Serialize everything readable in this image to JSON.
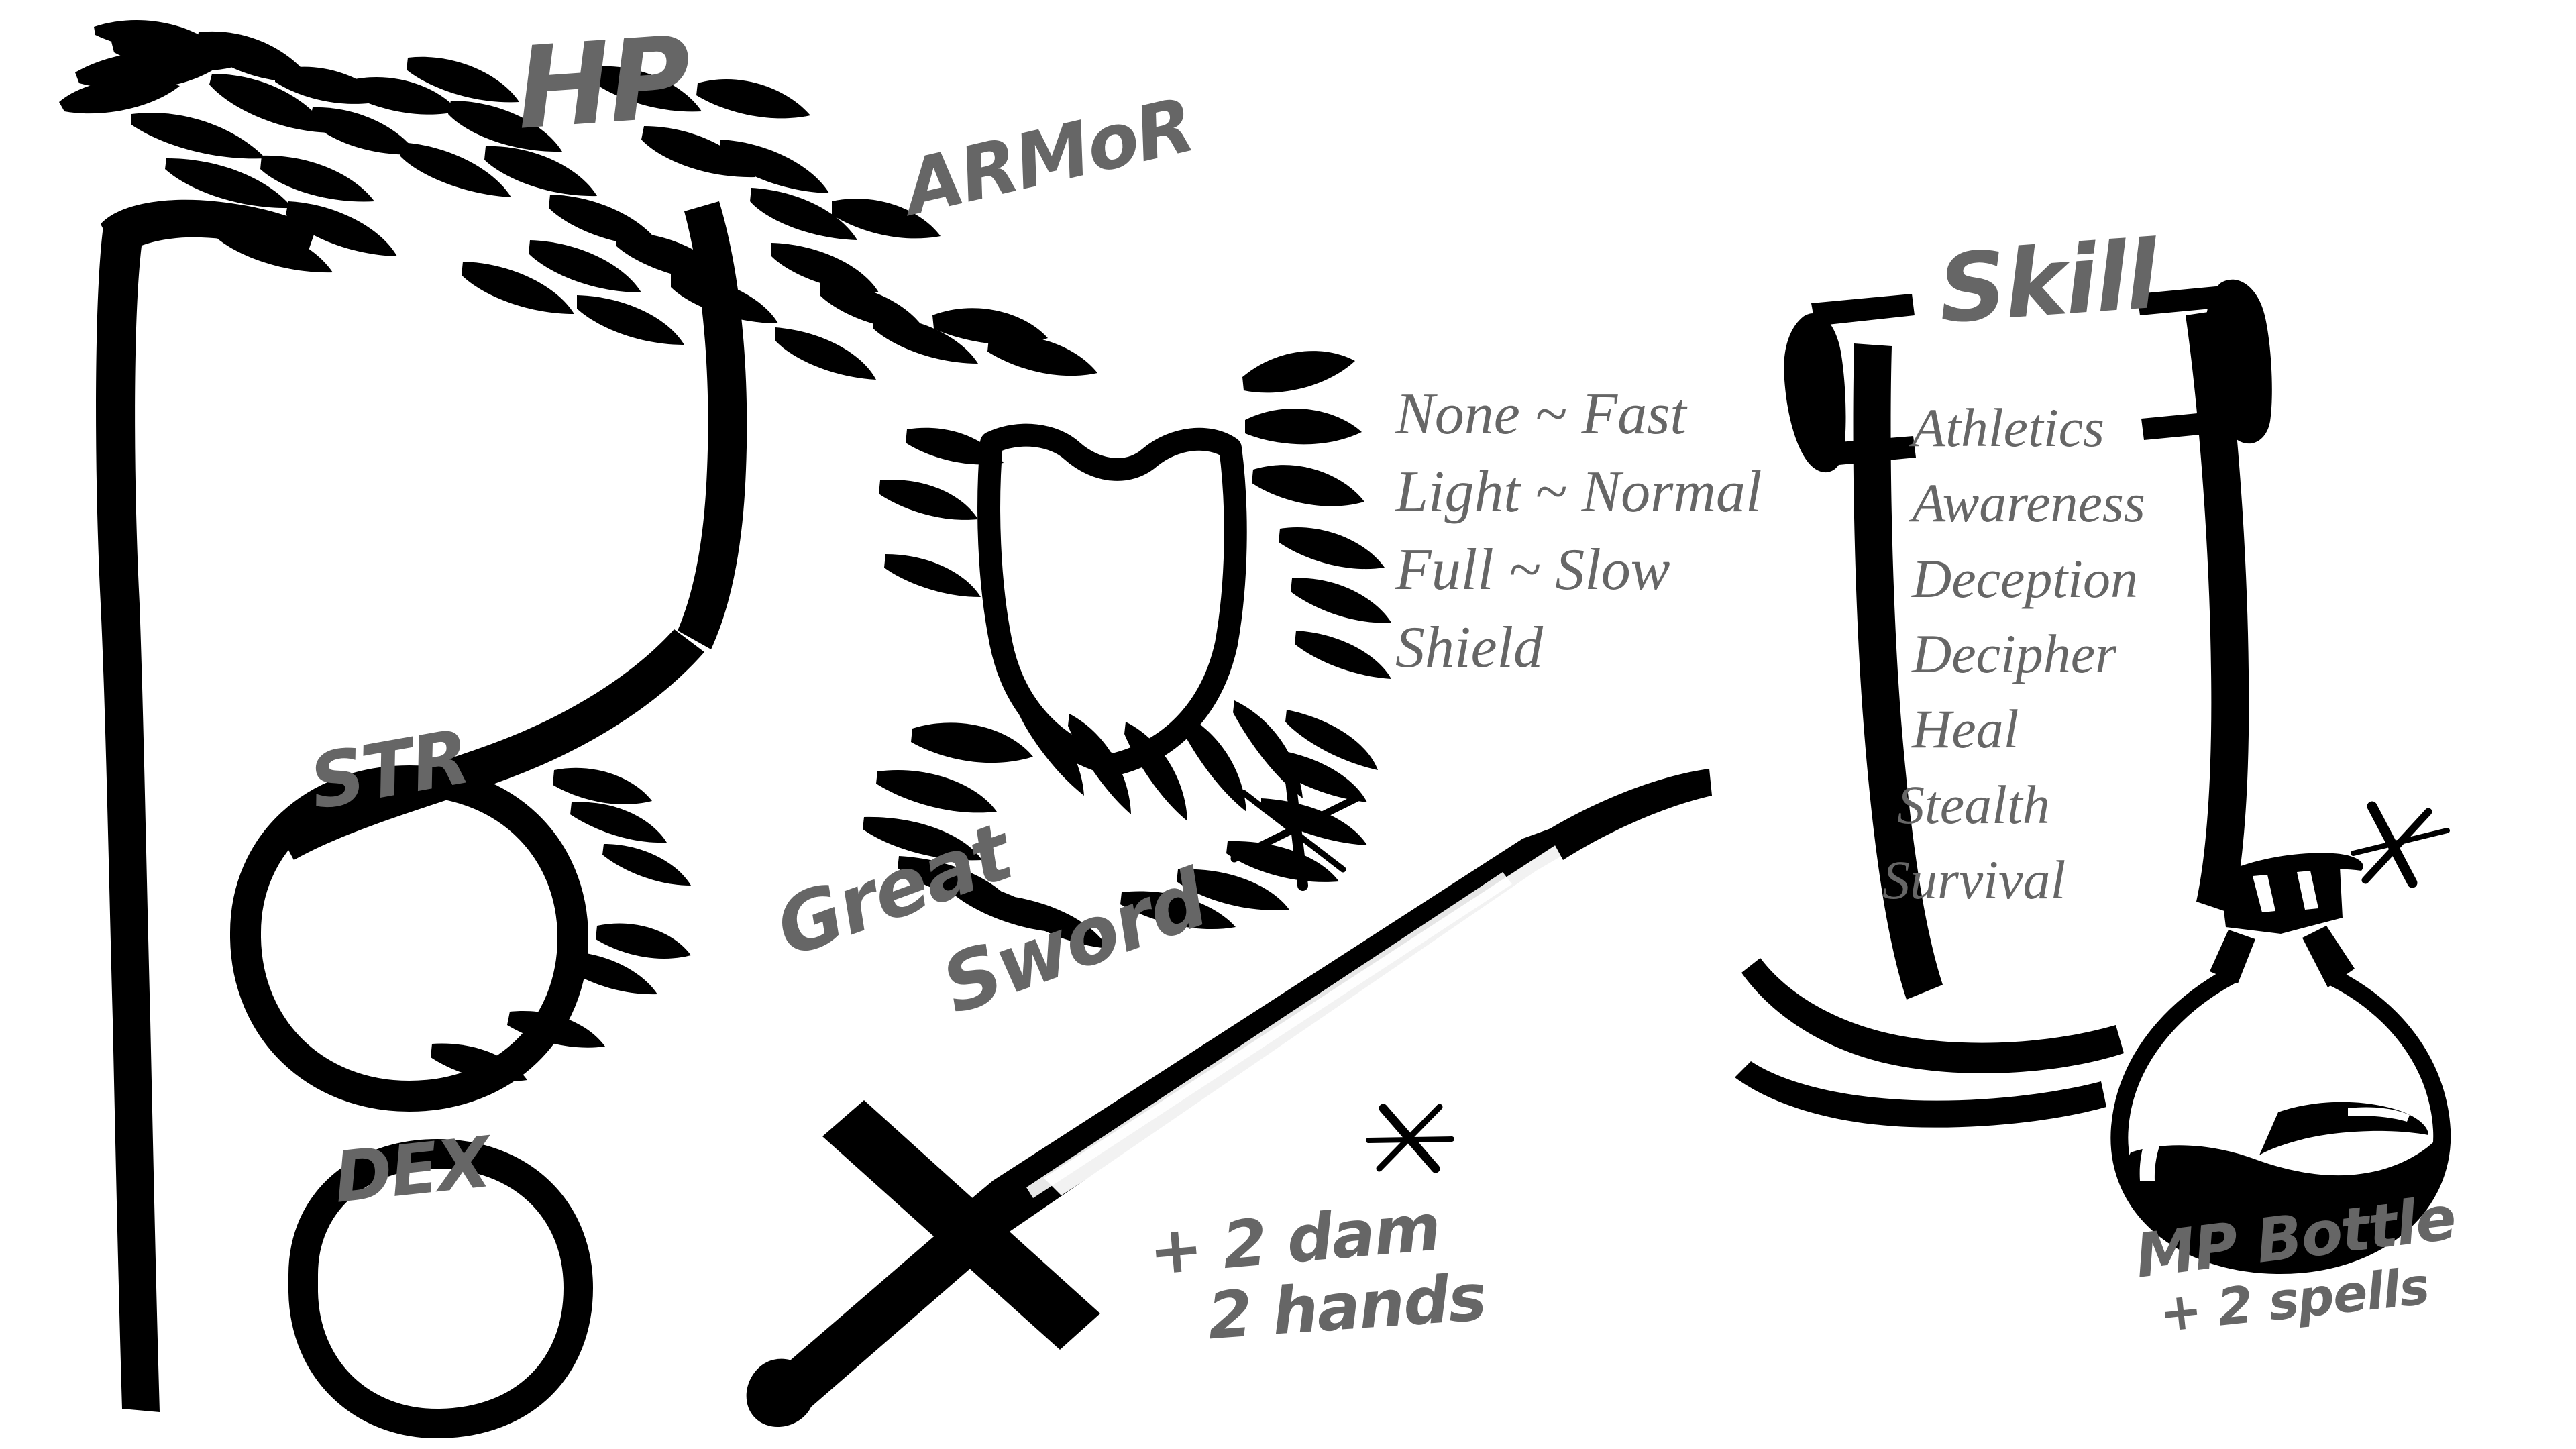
{
  "page": {
    "kind": "hand-drawn RPG character sheet sketch",
    "background_color": "#ffffff",
    "ink_color": "#000000",
    "text_color": "#666666"
  },
  "stats": {
    "hp_label": "HP",
    "str_label": "STR",
    "dex_label": "DEX"
  },
  "armor": {
    "title": "ARMoR",
    "options": [
      "None ~ Fast",
      "Light ~ Normal",
      "Full ~ Slow",
      "Shield"
    ]
  },
  "skill": {
    "title": "Skill",
    "items": [
      "Athletics",
      "Awareness",
      "Deception",
      "Decipher",
      "Heal",
      "Stealth",
      "Survival"
    ]
  },
  "weapon": {
    "name_line1": "Great",
    "name_line2": "Sword",
    "bonus_damage": "+ 2 dam",
    "handedness": "2 hands"
  },
  "item": {
    "name": "MP Bottle",
    "bonus": "+ 2 spells"
  },
  "icons": {
    "hp_panel": "hp-panel-icon",
    "str_circle": "str-circle-icon",
    "dex_circle": "dex-circle-icon",
    "shield": "shield-icon",
    "laurel": "laurel-icon",
    "sword": "sword-icon",
    "scroll": "scroll-icon",
    "potion": "potion-icon",
    "sparkle": "sparkle-icon"
  }
}
